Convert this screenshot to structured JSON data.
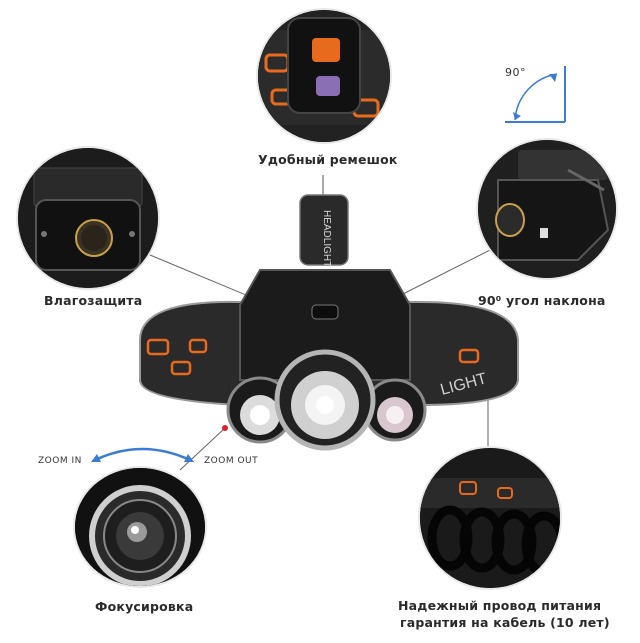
{
  "labels": {
    "strap": "Удобный ремешок",
    "waterproof": "Влагозащита",
    "tilt": "90⁰ угол наклона",
    "focus": "Фокусировка",
    "cable_line1": "Надежный провод питания",
    "cable_line2": "гарантия на кабель (10 лет)",
    "angle": "90°",
    "zoom_in": "ZOOM IN",
    "zoom_out": "ZOOM OUT",
    "strap_brand": "HEADLIGHT"
  },
  "colors": {
    "accent_red": "#e0202a",
    "angle_blue": "#3a7bd5",
    "strap_orange": "#e86a1c",
    "body_black": "#1b1b1b"
  }
}
